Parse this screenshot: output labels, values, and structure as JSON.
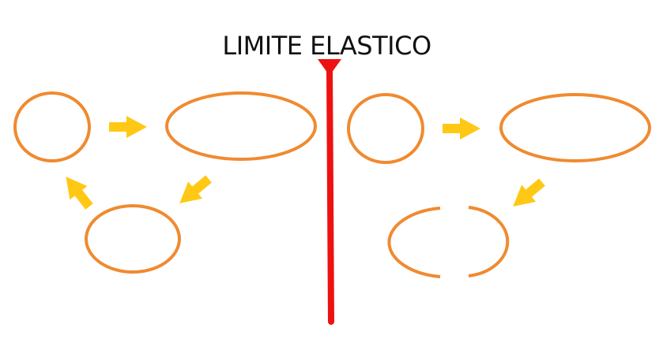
{
  "title": "LIMITE ELASTICO",
  "colors": {
    "shape_stroke": "#F08A30",
    "arrow_fill": "#FFC815",
    "limit_line": "#EE1111",
    "text": "#111111",
    "background": "#FFFFFF"
  },
  "panels": [
    {
      "name": "elastic-cycle",
      "states": [
        "circle",
        "stretched-ellipse",
        "relaxing-ellipse"
      ],
      "returns_to_start": true
    },
    {
      "name": "plastic-rupture",
      "states": [
        "circle",
        "stretched-ellipse",
        "broken-ellipse"
      ],
      "returns_to_start": false
    }
  ],
  "icons": {
    "arrow": "yellow-arrow-icon",
    "divider": "red-limit-line-marker"
  }
}
